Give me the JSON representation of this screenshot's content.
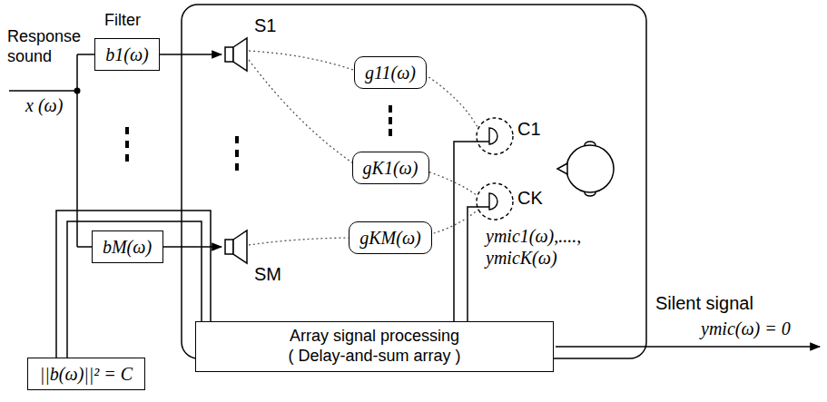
{
  "diagram": {
    "nodes": [
      {
        "text": [
          "b1(ω)"
        ]
      },
      {
        "text": [
          "bM(ω)"
        ]
      },
      {
        "text": [
          "||b(ω)||² = C"
        ]
      },
      {
        "text": [
          "g11(ω)"
        ]
      },
      {
        "text": [
          "gK1(ω)"
        ]
      },
      {
        "text": [
          "gKM(ω)"
        ]
      },
      {
        "text": [
          "Array signal processing",
          "( Delay-and-sum array )"
        ]
      }
    ],
    "edges": [
      {
        "from": 6,
        "to": 2,
        "arrow": "none"
      },
      {
        "from": 6,
        "to": 2,
        "arrow": "none"
      }
    ],
    "labels": [
      "Response sound",
      "x (ω)",
      "Filter",
      "S1",
      "SM",
      "C1",
      "CK",
      "ymic1(ω),...., ymicK(ω)",
      "Silent signal",
      "ymic(ω) = 0"
    ]
  }
}
